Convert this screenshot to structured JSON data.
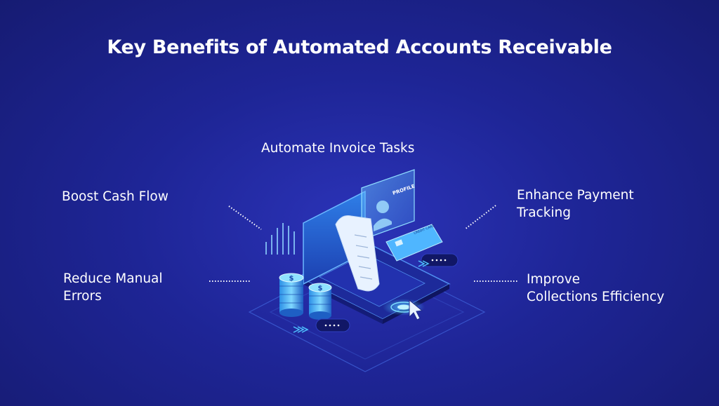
{
  "title": "Key Benefits of Automated Accounts Receivable",
  "benefits": {
    "automate_invoice": "Automate Invoice Tasks",
    "boost_cash_flow": "Boost Cash Flow",
    "reduce_errors_line1": "Reduce Manual",
    "reduce_errors_line2": "Errors",
    "payment_tracking_line1": "Enhance Payment",
    "payment_tracking_line2": "Tracking",
    "collections_line1": "Improve",
    "collections_line2": "Collections Efficiency"
  },
  "illustration": {
    "profile_label": "PROFILE",
    "card_label": "CREDIT CARD"
  },
  "colors": {
    "background": "#1e2596",
    "accent": "#6fd6ff",
    "glow": "#3fa9ff"
  }
}
